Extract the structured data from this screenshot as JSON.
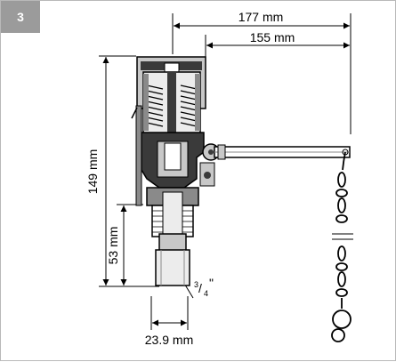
{
  "figure": {
    "number": "3",
    "dimensions": {
      "overall_length": "177 mm",
      "handle_length": "155 mm",
      "total_height": "149 mm",
      "lower_height": "53 mm",
      "thread_diameter": "23.9 mm",
      "thread_size_num": "3",
      "thread_size_den": "4",
      "thread_size_mark": "\""
    },
    "colors": {
      "badge": "#9b9b9b",
      "ink": "#000000",
      "metal_dark": "#3a3a3a",
      "metal_mid": "#8a8a8a",
      "metal_light": "#c8c8c8"
    }
  }
}
